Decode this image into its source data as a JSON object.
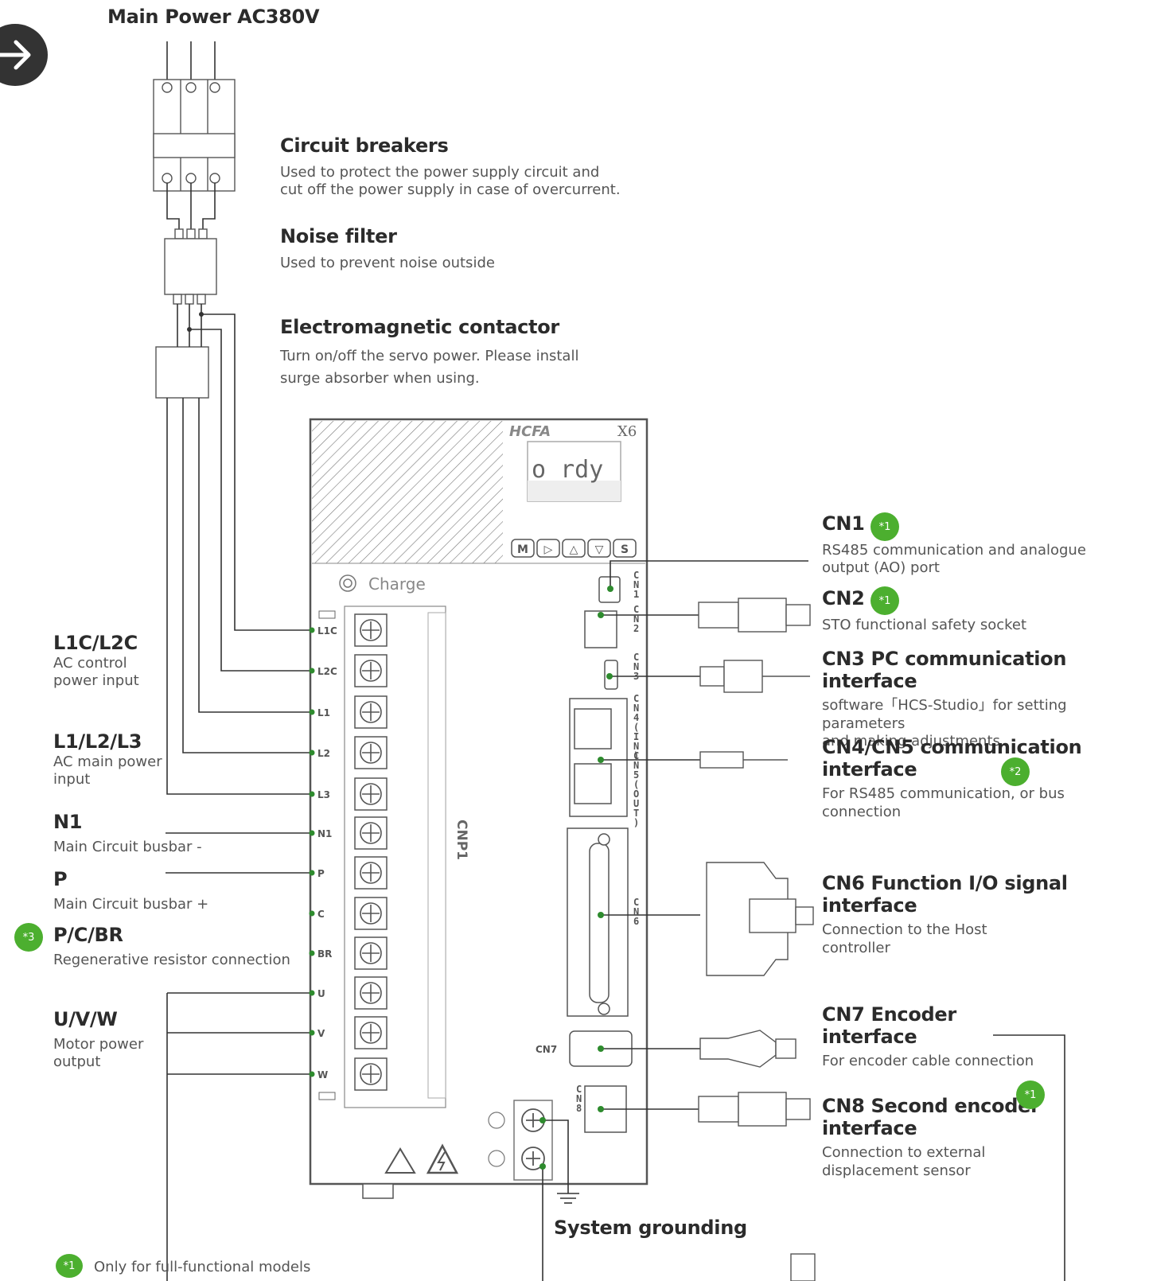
{
  "title": "Main Power AC380V",
  "components": {
    "breaker": {
      "title": "Circuit breakers",
      "desc1": "Used to protect the power supply circuit and",
      "desc2": "cut off the power supply in case of overcurrent."
    },
    "filter": {
      "title": "Noise filter",
      "desc1": "Used to prevent noise outside"
    },
    "contactor": {
      "title": "Electromagnetic contactor",
      "desc1": "Turn on/off the servo power. Please install",
      "desc2": "surge absorber when using."
    }
  },
  "left": {
    "l1c": {
      "title": "L1C/L2C",
      "desc1": "AC control",
      "desc2": "power input"
    },
    "l123": {
      "title": "L1/L2/L3",
      "desc1": "AC main power",
      "desc2": "input"
    },
    "n1": {
      "title": "N1",
      "desc1": "Main Circuit busbar -"
    },
    "p": {
      "title": "P",
      "desc1": "Main Circuit busbar +"
    },
    "pcbr": {
      "title": "P/C/BR",
      "desc1": "Regenerative resistor connection",
      "badge": "*3"
    },
    "uvw": {
      "title": "U/V/W",
      "desc1": "Motor power",
      "desc2": "output"
    }
  },
  "right": {
    "cn1": {
      "title": "CN1",
      "desc1": "RS485 communication and analogue",
      "desc2": "output (AO) port",
      "badge": "*1"
    },
    "cn2": {
      "title": "CN2",
      "desc1": "STO functional safety socket",
      "badge": "*1"
    },
    "cn3": {
      "title": "CN3  PC communication interface",
      "desc1": "software「HCS-Studio」for setting parameters",
      "desc2": "and making adjustments"
    },
    "cn45": {
      "title1": "CN4/CN5  communication",
      "title2": "interface",
      "desc1": "For RS485 communication, or bus",
      "desc2": "connection",
      "badge": "*2"
    },
    "cn6": {
      "title1": "CN6 Function I/O signal",
      "title2": "interface",
      "desc1": "Connection to the Host",
      "desc2": "controller"
    },
    "cn7": {
      "title1": "CN7 Encoder",
      "title2": "interface",
      "desc1": "For encoder cable connection"
    },
    "cn8": {
      "title1": "CN8 Second encoder",
      "title2": "interface",
      "desc1": "Connection to external",
      "desc2": "displacement sensor",
      "badge": "*1"
    }
  },
  "grounding": "System grounding",
  "footnote": {
    "badge": "*1",
    "text": "Only for full-functional models"
  },
  "drive": {
    "brand": "HCFA",
    "model": "X6",
    "display": "o  rdy",
    "charge": "Charge",
    "cnp1": "CNP1",
    "cn7_label": "CN7",
    "keys": [
      "M",
      "▷",
      "△",
      "▽",
      "S"
    ],
    "terminals": [
      "L1C",
      "L2C",
      "L1",
      "L2",
      "L3",
      "N1",
      "P",
      "C",
      "BR",
      "U",
      "V",
      "W"
    ],
    "port_labels": {
      "cn1": "CN1",
      "cn2": "CN2",
      "cn3": "CN3",
      "cn4": "CN4(IN)",
      "cn5": "CN5(OUT)",
      "cn6": "CN6",
      "cn8": "CN8"
    }
  },
  "colors": {
    "badge": "#4caf2f",
    "line": "#333333",
    "dot": "#2e8b2e"
  }
}
